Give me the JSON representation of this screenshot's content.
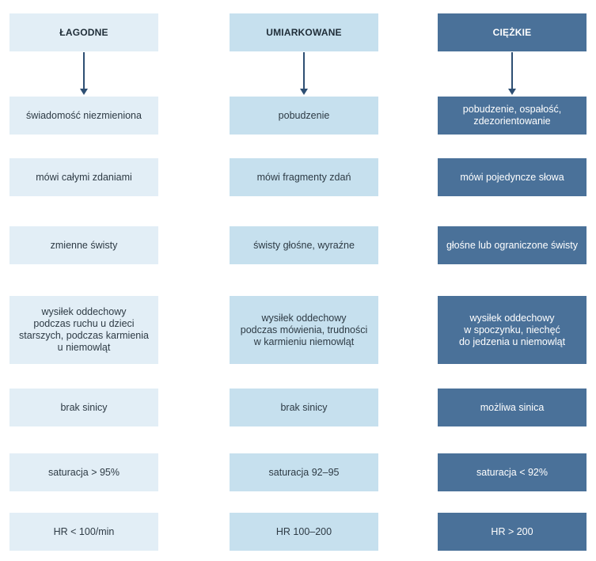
{
  "columns": [
    {
      "header": "ŁAGODNE",
      "cells": [
        "świadomość niezmieniona",
        "mówi całymi zdaniami",
        "zmienne świsty",
        "wysiłek oddechowy\npodczas ruchu u dzieci\nstarszych, podczas karmienia\nu niemowląt",
        "brak sinicy",
        "saturacja > 95%",
        "HR < 100/min"
      ]
    },
    {
      "header": "UMIARKOWANE",
      "cells": [
        "pobudzenie",
        "mówi fragmenty zdań",
        "świsty głośne, wyraźne",
        "wysiłek oddechowy\npodczas mówienia, trudności\nw karmieniu niemowląt",
        "brak sinicy",
        "saturacja 92–95",
        "HR 100–200"
      ]
    },
    {
      "header": "CIĘŻKIE",
      "cells": [
        "pobudzenie, ospałość,\nzdezorientowanie",
        "mówi pojedyncze słowa",
        "głośne lub ograniczone świsty",
        "wysiłek oddechowy\nw spoczynku, niechęć\ndo jedzenia u niemowląt",
        "możliwa sinica",
        "saturacja < 92%",
        "HR > 200"
      ]
    }
  ],
  "colors": {
    "mild_fill": "#e2eef6",
    "moderate_fill": "#c6e0ee",
    "severe_fill": "#4a7199",
    "arrow": "#2e4f73"
  }
}
